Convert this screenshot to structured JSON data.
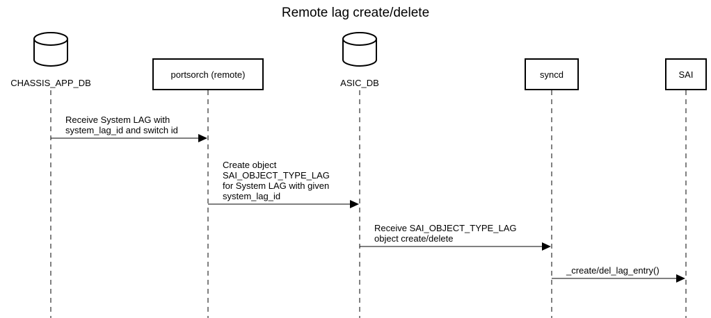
{
  "diagram": {
    "title": "Remote lag create/delete",
    "participants": [
      {
        "id": "chassis_app_db",
        "label": "CHASSIS_APP_DB",
        "kind": "database"
      },
      {
        "id": "portsorch",
        "label": "portsorch (remote)",
        "kind": "box"
      },
      {
        "id": "asic_db",
        "label": "ASIC_DB",
        "kind": "database"
      },
      {
        "id": "syncd",
        "label": "syncd",
        "kind": "box"
      },
      {
        "id": "sai",
        "label": "SAI",
        "kind": "box"
      }
    ],
    "messages": [
      {
        "from": "chassis_app_db",
        "to": "portsorch",
        "lines": [
          "Receive System LAG with",
          "system_lag_id and switch id"
        ]
      },
      {
        "from": "portsorch",
        "to": "asic_db",
        "lines": [
          "Create object",
          "SAI_OBJECT_TYPE_LAG",
          "for System LAG with given",
          "system_lag_id"
        ]
      },
      {
        "from": "asic_db",
        "to": "syncd",
        "lines": [
          "Receive SAI_OBJECT_TYPE_LAG",
          "object create/delete"
        ]
      },
      {
        "from": "syncd",
        "to": "sai",
        "lines": [
          "_create/del_lag_entry()"
        ]
      }
    ]
  }
}
